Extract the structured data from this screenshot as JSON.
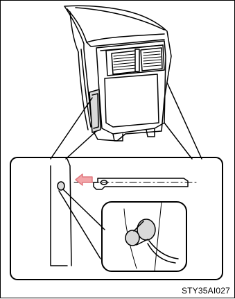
{
  "figure": {
    "code_label": "STY35AI027",
    "arrow_color": "#f2a5a8",
    "line_color": "#000000",
    "highlight_fill": "#d9d9d9"
  },
  "icons": [
    "center-console",
    "rear-air-vent",
    "cover-panel",
    "direction-arrow",
    "mounting-clip",
    "pin-detail"
  ]
}
